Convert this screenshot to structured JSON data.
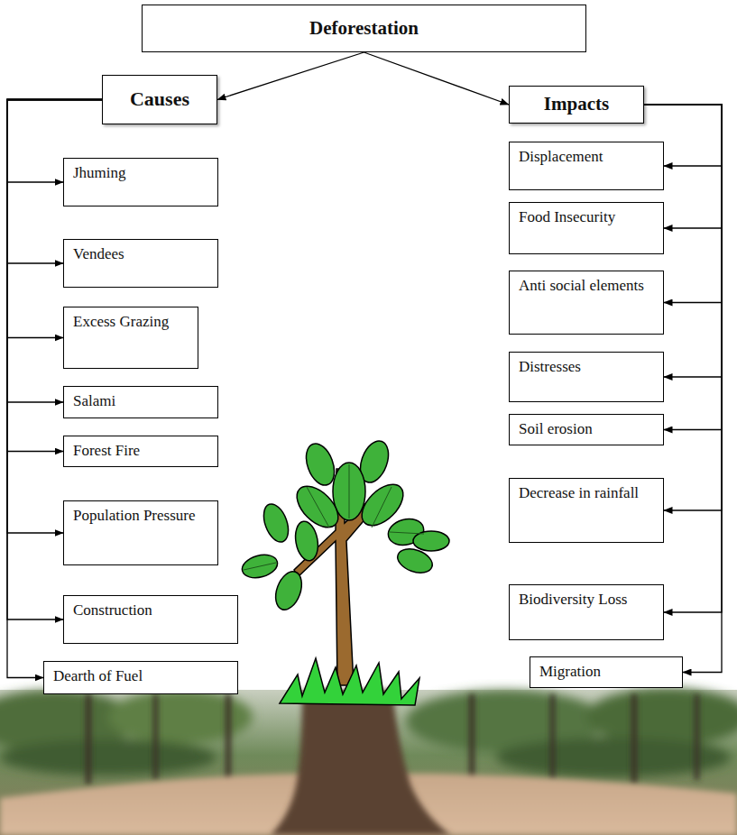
{
  "diagram": {
    "title": "Deforestation",
    "nodes": [
      {
        "text": [
          "Deforestation"
        ]
      },
      {
        "text": [
          "Causes"
        ]
      },
      {
        "text": [
          "Impacts"
        ]
      },
      {
        "text": [
          "Jhuming"
        ]
      },
      {
        "text": [
          "Vendees"
        ]
      },
      {
        "text": [
          "Excess Grazing"
        ]
      },
      {
        "text": [
          "Salami"
        ]
      },
      {
        "text": [
          "Forest Fire"
        ]
      },
      {
        "text": [
          "Population Pressure"
        ]
      },
      {
        "text": [
          "Construction"
        ]
      },
      {
        "text": [
          "Dearth of Fuel"
        ]
      },
      {
        "text": [
          "Displacement"
        ]
      },
      {
        "text": [
          "Food Insecurity"
        ]
      },
      {
        "text": [
          "Anti social elements"
        ]
      },
      {
        "text": [
          "Distresses"
        ]
      },
      {
        "text": [
          "Soil erosion"
        ]
      },
      {
        "text": [
          "Decrease in rainfall"
        ]
      },
      {
        "text": [
          "Biodiversity Loss"
        ]
      },
      {
        "text": [
          "Migration"
        ]
      }
    ],
    "edges": [
      {
        "from": 0,
        "to": 1,
        "arrow": "to"
      },
      {
        "from": 0,
        "to": 2,
        "arrow": "to"
      },
      {
        "from": 1,
        "to": 3,
        "arrow": "to"
      },
      {
        "from": 1,
        "to": 4,
        "arrow": "to"
      },
      {
        "from": 1,
        "to": 5,
        "arrow": "to"
      },
      {
        "from": 1,
        "to": 6,
        "arrow": "to"
      },
      {
        "from": 1,
        "to": 7,
        "arrow": "to"
      },
      {
        "from": 1,
        "to": 8,
        "arrow": "to"
      },
      {
        "from": 1,
        "to": 9,
        "arrow": "to"
      },
      {
        "from": 1,
        "to": 10,
        "arrow": "to"
      },
      {
        "from": 2,
        "to": 11,
        "arrow": "to"
      },
      {
        "from": 2,
        "to": 12,
        "arrow": "to"
      },
      {
        "from": 2,
        "to": 13,
        "arrow": "to"
      },
      {
        "from": 2,
        "to": 14,
        "arrow": "to"
      },
      {
        "from": 2,
        "to": 15,
        "arrow": "to"
      },
      {
        "from": 2,
        "to": 16,
        "arrow": "to"
      },
      {
        "from": 2,
        "to": 17,
        "arrow": "to"
      },
      {
        "from": 2,
        "to": 18,
        "arrow": "to"
      }
    ]
  }
}
